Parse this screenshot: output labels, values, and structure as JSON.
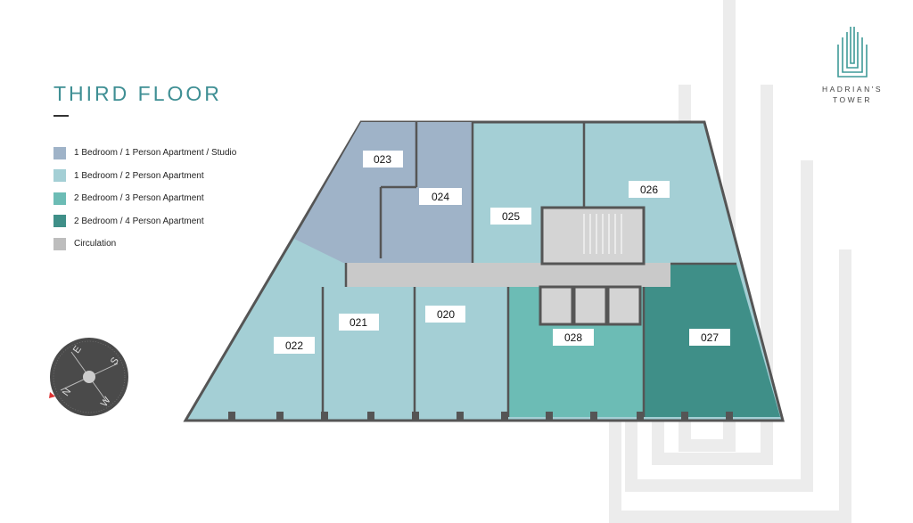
{
  "title": "THIRD FLOOR",
  "legend": [
    {
      "label": "1 Bedroom / 1 Person Apartment / Studio",
      "color": "#9fb3c8"
    },
    {
      "label": "1 Bedroom / 2 Person Apartment",
      "color": "#a4cfd5"
    },
    {
      "label": "2 Bedroom / 3 Person Apartment",
      "color": "#6cbcb5"
    },
    {
      "label": "2 Bedroom / 4 Person Apartment",
      "color": "#3f8f88"
    },
    {
      "label": "Circulation",
      "color": "#bdbdbd"
    }
  ],
  "logo": {
    "line1": "HADRIAN'S",
    "line2": "TOWER",
    "color": "#3f9a98"
  },
  "compass": {
    "n": "N",
    "e": "E",
    "s": "S",
    "w": "W"
  },
  "units": [
    "023",
    "024",
    "025",
    "026",
    "022",
    "021",
    "020",
    "028",
    "027"
  ]
}
